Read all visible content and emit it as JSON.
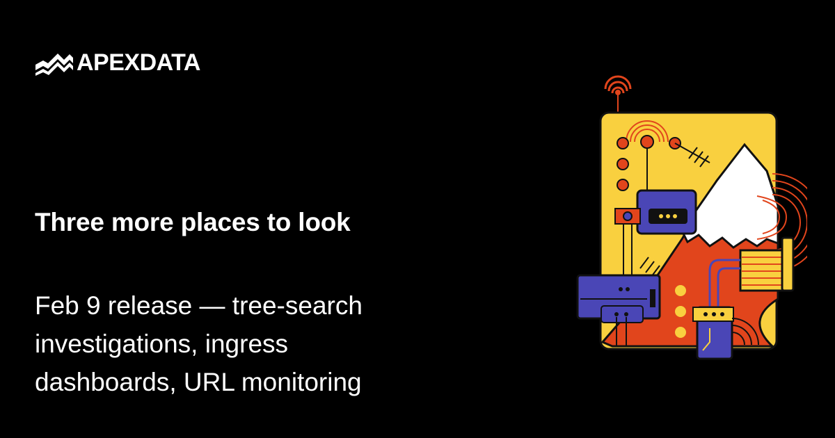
{
  "brand": {
    "name": "APEXDATA",
    "logo_icon": "mountain-chart-logo-icon"
  },
  "headline": "Three more places to look",
  "subheading": {
    "lines": [
      "Feb 9 release — tree-search",
      "investigations, ingress",
      "dashboards, URL monitoring"
    ]
  },
  "illustration": {
    "icon": "abstract-mountain-circuit-illustration",
    "colors": {
      "yellow": "#f9d03f",
      "orange": "#e1451c",
      "blue": "#4a46b6",
      "white": "#ffffff",
      "outline": "#111111"
    }
  },
  "colors": {
    "background": "#000000",
    "text": "#ffffff"
  }
}
